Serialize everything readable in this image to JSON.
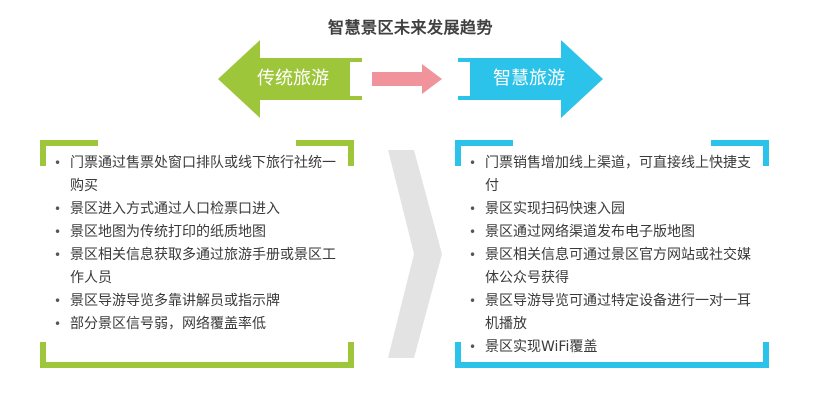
{
  "title": "智慧景区未来发展趋势",
  "arrow": {
    "left_label": "传统旅游",
    "right_label": "智慧旅游"
  },
  "colors": {
    "green": "#9dc63b",
    "blue": "#2cc3ea",
    "pink_arrow": "#f0939a",
    "chevron": "#e3e3e3"
  },
  "traditional": {
    "items": [
      "门票通过售票处窗口排队或线下旅行社统一购买",
      "景区进入方式通过人口检票口进入",
      "景区地图为传统打印的纸质地图",
      "景区相关信息获取多通过旅游手册或景区工作人员",
      "景区导游导览多靠讲解员或指示牌",
      "部分景区信号弱，网络覆盖率低"
    ]
  },
  "smart": {
    "items": [
      "门票销售增加线上渠道，可直接线上快捷支付",
      "景区实现扫码快速入园",
      "景区通过网络渠道发布电子版地图",
      "景区相关信息可通过景区官方网站或社交媒体公众号获得",
      "景区导游导览可通过特定设备进行一对一耳机播放",
      "景区实现WiFi覆盖"
    ]
  }
}
